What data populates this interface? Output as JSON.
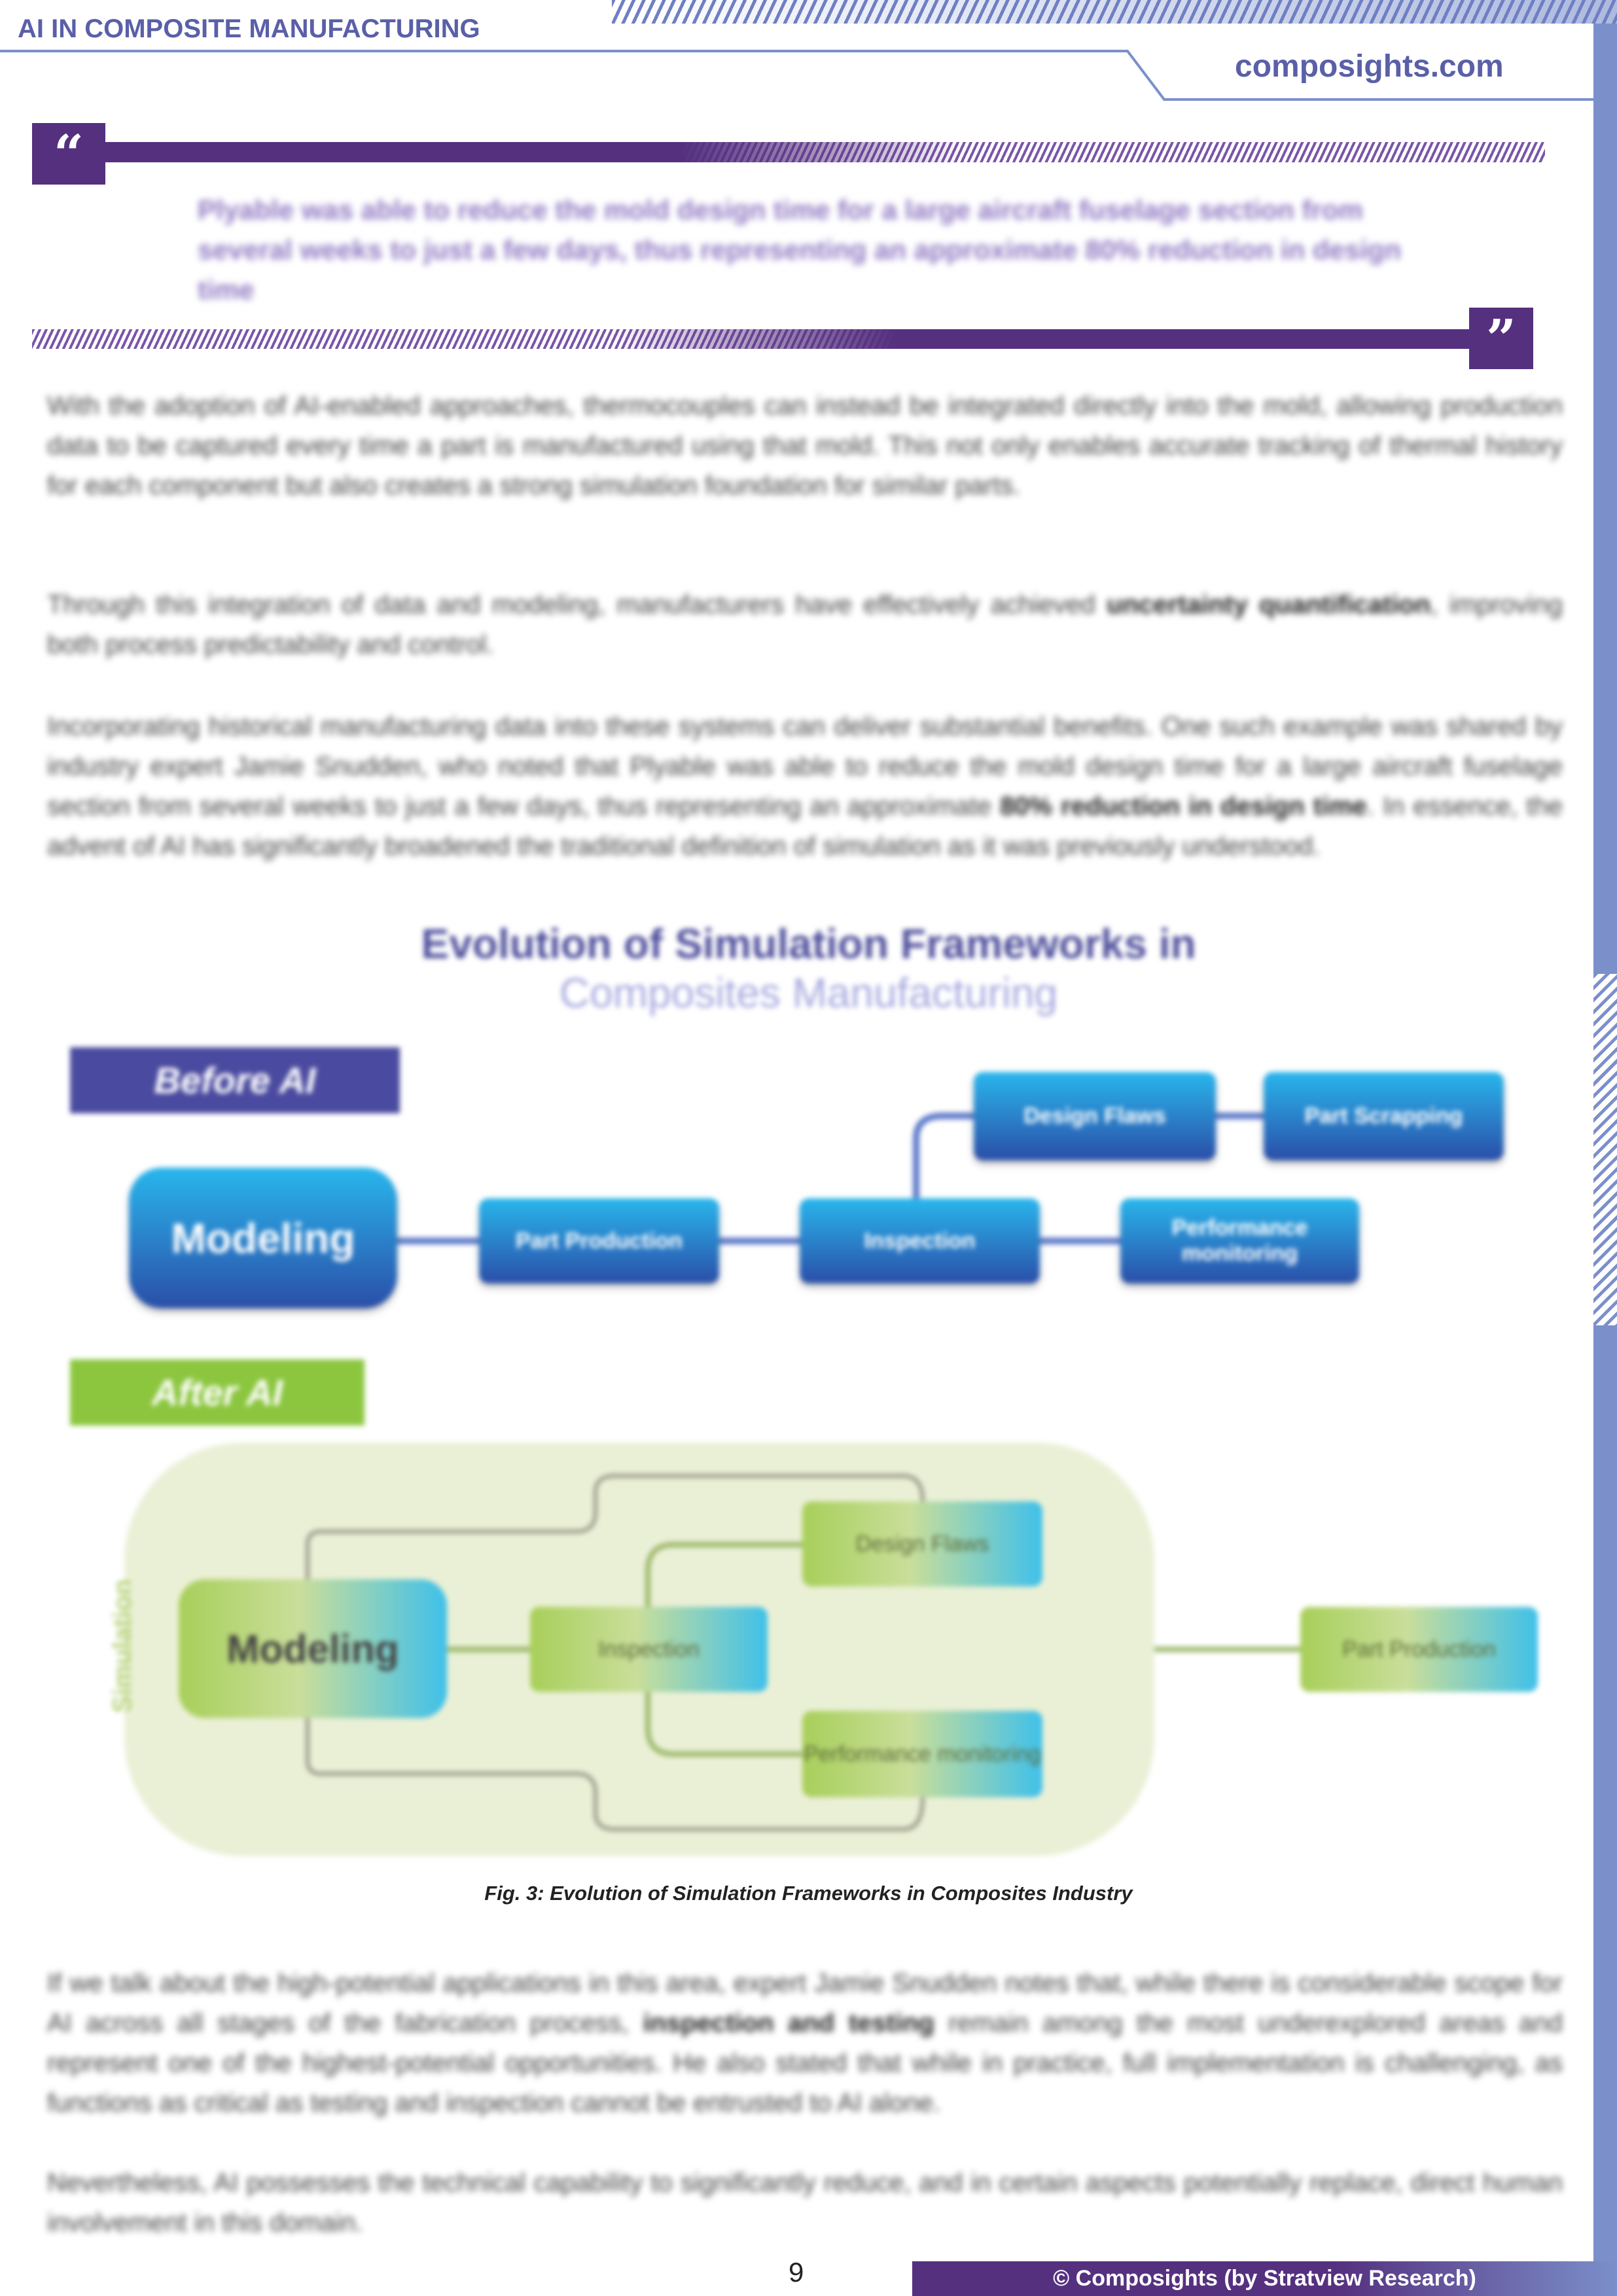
{
  "header": {
    "title": "AI IN COMPOSITE MANUFACTURING",
    "site": "composights.com"
  },
  "quote": {
    "open_mark": "“",
    "close_mark": "”",
    "text": "Plyable was able to reduce the mold design time for a large aircraft fuselage section from several weeks to just a few days, thus representing an approximate 80% reduction in design time"
  },
  "body": {
    "p1": "With the adoption of AI-enabled approaches, thermocouples can instead be integrated directly into the mold, allowing production data to be captured every time a part is manufactured using that mold. This not only enables accurate tracking of thermal history for each component but also creates a strong simulation foundation for similar parts.",
    "p2_a": "Through this integration of data and modeling, manufacturers have effectively achieved ",
    "p2_b": "uncertainty quantification",
    "p2_c": ", improving both process predictability and control.",
    "p3_a": "Incorporating historical manufacturing data into these systems can deliver substantial benefits. One such example was shared by industry expert Jamie Snudden, who noted that Plyable was able to reduce the mold design time for a large aircraft fuselage section from several weeks to just a few days, thus representing an approximate ",
    "p3_b": "80% reduction in design time",
    "p3_c": ". In essence, the advent of AI has significantly broadened the traditional definition of simulation as it was previously understood.",
    "p4_a": "If we talk about the high-potential applications in this area, expert  Jamie Snudden notes that, while there is considerable scope for AI across all stages of the fabrication process, ",
    "p4_b": "inspection and testing",
    "p4_c": " remain among the most underexplored areas and represent one of the highest-potential opportunities. He also stated that while in practice, full implementation is challenging, as functions as critical as testing and inspection cannot be entrusted to AI alone.",
    "p5": " Nevertheless, AI possesses the technical capability to significantly reduce, and in certain aspects potentially replace, direct human involvement in this domain."
  },
  "diagram": {
    "title_line1": "Evolution of Simulation Frameworks in",
    "title_line2": "Composites Manufacturing",
    "before": {
      "label": "Before AI",
      "modeling": "Modeling",
      "part_production": "Part Production",
      "inspection": "Inspection",
      "performance_monitoring": "Performance monitoring",
      "design_flaws": "Design Flaws",
      "part_scrapping": "Part Scrapping"
    },
    "after": {
      "label": "After AI",
      "simulation": "Simulation",
      "modeling": "Modeling",
      "inspection": "Inspection",
      "design_flaws": "Design Flaws",
      "performance_monitoring": "Performance monitoring",
      "part_production": "Part Production"
    },
    "caption": "Fig. 3: Evolution of Simulation Frameworks in Composites Industry",
    "colors": {
      "before": "#4a4aa0",
      "after": "#8cc63f",
      "accent": "#55307f"
    }
  },
  "footer": {
    "page": "9",
    "copyright": "© Composights (by Stratview Research)"
  }
}
